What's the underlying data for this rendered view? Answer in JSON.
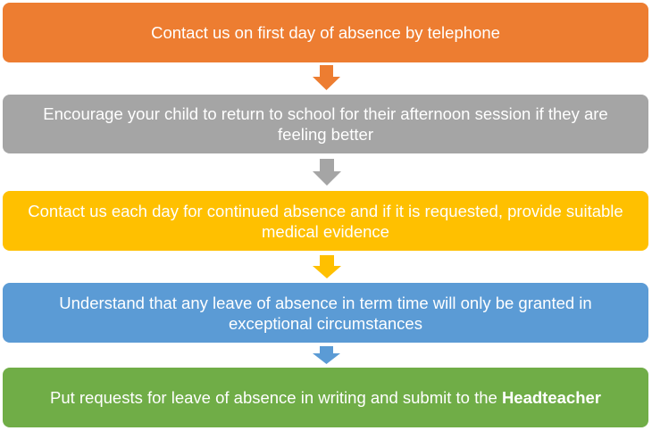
{
  "flow": {
    "steps": [
      {
        "text": "Contact us on first day of absence by telephone",
        "color": "#ED7D31"
      },
      {
        "text": "Encourage your child to return to school for their afternoon session if they are feeling better",
        "color": "#A5A5A5"
      },
      {
        "text": "Contact us each day for continued absence and if it is requested, provide suitable medical evidence",
        "color": "#FFC000"
      },
      {
        "text": "Understand that any leave of absence in term time will only be granted in exceptional circumstances",
        "color": "#5B9BD5"
      },
      {
        "text_prefix": "Put requests for leave of absence in writing and submit to the ",
        "text_bold": "Headteacher",
        "color": "#70AD47"
      }
    ],
    "arrows": [
      {
        "icon": "down-arrow-icon",
        "color": "#ED7D31"
      },
      {
        "icon": "down-arrow-icon",
        "color": "#A5A5A5"
      },
      {
        "icon": "down-arrow-icon",
        "color": "#FFC000"
      },
      {
        "icon": "down-arrow-icon",
        "color": "#5B9BD5"
      }
    ]
  }
}
